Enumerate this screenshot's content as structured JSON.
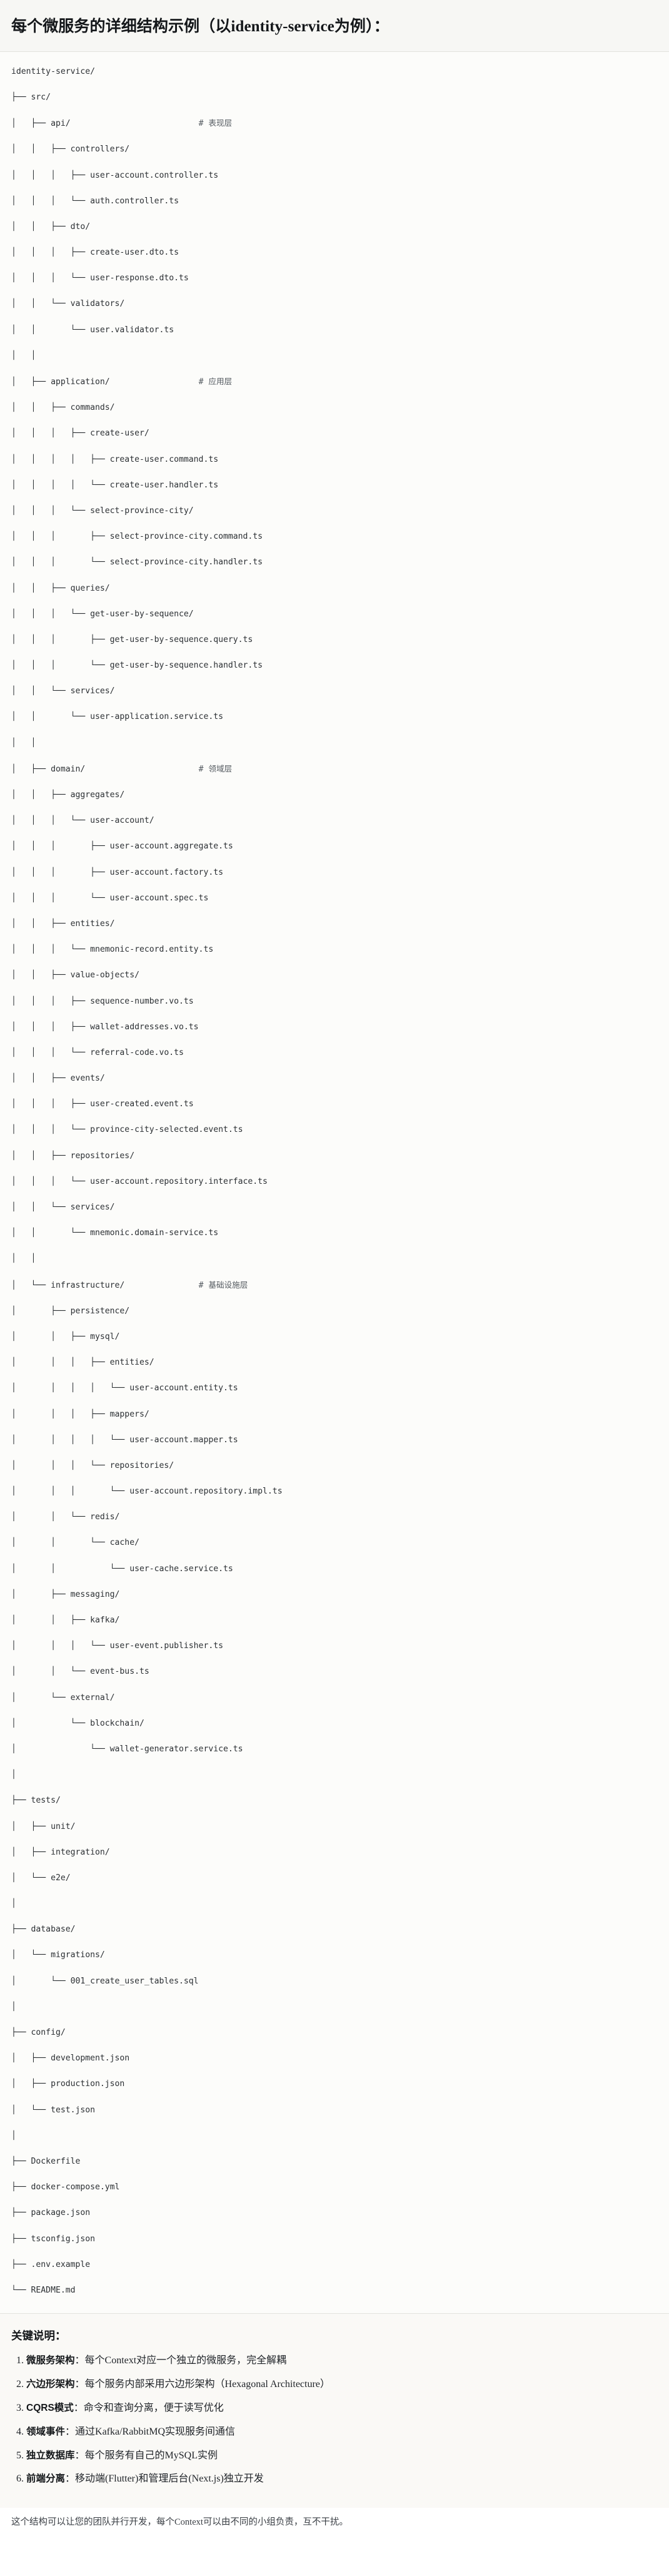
{
  "heading": {
    "title": "每个微服务的详细结构示例（以identity-service为例）："
  },
  "tree": {
    "root": "identity-service/",
    "lines": [
      "identity-service/",
      "├── src/",
      "│   ├── api/                          # 表现层",
      "│   │   ├── controllers/",
      "│   │   │   ├── user-account.controller.ts",
      "│   │   │   └── auth.controller.ts",
      "│   │   ├── dto/",
      "│   │   │   ├── create-user.dto.ts",
      "│   │   │   └── user-response.dto.ts",
      "│   │   └── validators/",
      "│   │       └── user.validator.ts",
      "│   │",
      "│   ├── application/                  # 应用层",
      "│   │   ├── commands/",
      "│   │   │   ├── create-user/",
      "│   │   │   │   ├── create-user.command.ts",
      "│   │   │   │   └── create-user.handler.ts",
      "│   │   │   └── select-province-city/",
      "│   │   │       ├── select-province-city.command.ts",
      "│   │   │       └── select-province-city.handler.ts",
      "│   │   ├── queries/",
      "│   │   │   └── get-user-by-sequence/",
      "│   │   │       ├── get-user-by-sequence.query.ts",
      "│   │   │       └── get-user-by-sequence.handler.ts",
      "│   │   └── services/",
      "│   │       └── user-application.service.ts",
      "│   │",
      "│   ├── domain/                       # 领域层",
      "│   │   ├── aggregates/",
      "│   │   │   └── user-account/",
      "│   │   │       ├── user-account.aggregate.ts",
      "│   │   │       ├── user-account.factory.ts",
      "│   │   │       └── user-account.spec.ts",
      "│   │   ├── entities/",
      "│   │   │   └── mnemonic-record.entity.ts",
      "│   │   ├── value-objects/",
      "│   │   │   ├── sequence-number.vo.ts",
      "│   │   │   ├── wallet-addresses.vo.ts",
      "│   │   │   └── referral-code.vo.ts",
      "│   │   ├── events/",
      "│   │   │   ├── user-created.event.ts",
      "│   │   │   └── province-city-selected.event.ts",
      "│   │   ├── repositories/",
      "│   │   │   └── user-account.repository.interface.ts",
      "│   │   └── services/",
      "│   │       └── mnemonic.domain-service.ts",
      "│   │",
      "│   └── infrastructure/               # 基础设施层",
      "│       ├── persistence/",
      "│       │   ├── mysql/",
      "│       │   │   ├── entities/",
      "│       │   │   │   └── user-account.entity.ts",
      "│       │   │   ├── mappers/",
      "│       │   │   │   └── user-account.mapper.ts",
      "│       │   │   └── repositories/",
      "│       │   │       └── user-account.repository.impl.ts",
      "│       │   └── redis/",
      "│       │       └── cache/",
      "│       │           └── user-cache.service.ts",
      "│       ├── messaging/",
      "│       │   ├── kafka/",
      "│       │   │   └── user-event.publisher.ts",
      "│       │   └── event-bus.ts",
      "│       └── external/",
      "│           └── blockchain/",
      "│               └── wallet-generator.service.ts",
      "│",
      "├── tests/",
      "│   ├── unit/",
      "│   ├── integration/",
      "│   └── e2e/",
      "│",
      "├── database/",
      "│   └── migrations/",
      "│       └── 001_create_user_tables.sql",
      "│",
      "├── config/",
      "│   ├── development.json",
      "│   ├── production.json",
      "│   └── test.json",
      "│",
      "├── Dockerfile",
      "├── docker-compose.yml",
      "├── package.json",
      "├── tsconfig.json",
      "├── .env.example",
      "└── README.md"
    ],
    "comments": [
      "# 表现层",
      "# 应用层",
      "# 领域层",
      "# 基础设施层"
    ]
  },
  "notes": {
    "title": "关键说明：",
    "items": [
      {
        "key": "微服务架构",
        "text": "：每个Context对应一个独立的微服务，完全解耦"
      },
      {
        "key": "六边形架构",
        "text": "：每个服务内部采用六边形架构（Hexagonal Architecture）"
      },
      {
        "key": "CQRS模式",
        "text": "：命令和查询分离，便于读写优化"
      },
      {
        "key": "领域事件",
        "text": "：通过Kafka/RabbitMQ实现服务间通信"
      },
      {
        "key": "独立数据库",
        "text": "：每个服务有自己的MySQL实例"
      },
      {
        "key": "前端分离",
        "text": "：移动端(Flutter)和管理后台(Next.js)独立开发"
      }
    ]
  },
  "closing": {
    "text": "这个结构可以让您的团队并行开发，每个Context可以由不同的小组负责，互不干扰。"
  },
  "colors": {
    "heading_band_bg": "#f7f7f4",
    "code_band_bg": "#fcfcfa",
    "notes_band_bg": "#faf9f6",
    "text": "#1f2328",
    "comment": "#555b61",
    "divider": "#e3e3de"
  }
}
